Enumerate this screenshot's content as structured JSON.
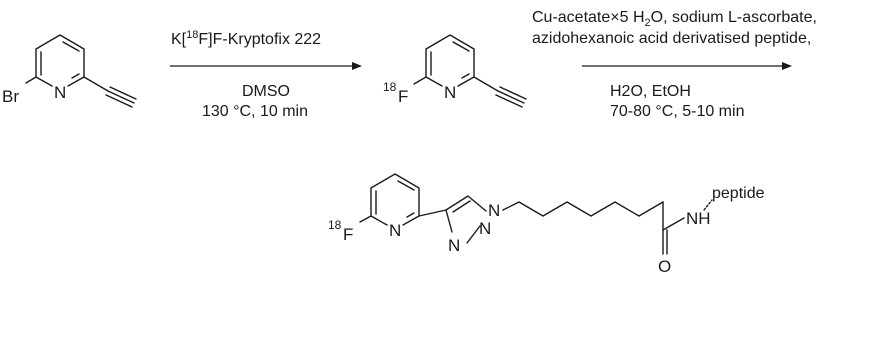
{
  "step1": {
    "reagent_pre": "K[",
    "reagent_sup": "18",
    "reagent_post": "F]F-Kryptofix 222",
    "solvent": "DMSO",
    "conditions": "130 °C, 10 min"
  },
  "step2": {
    "line1_pre": "Cu-acetate×5 H",
    "line1_sub": "2",
    "line1_post": "O, sodium L-ascorbate,",
    "line2": "azidohexanoic acid derivatised peptide,",
    "solvent": "H2O, EtOH",
    "conditions": "70-80 °C, 5-10 min"
  },
  "atoms": {
    "br": "Br",
    "n": "N",
    "f": "F",
    "isotope": "18",
    "nh": "NH",
    "o": "O"
  },
  "peptide_label": "peptide"
}
